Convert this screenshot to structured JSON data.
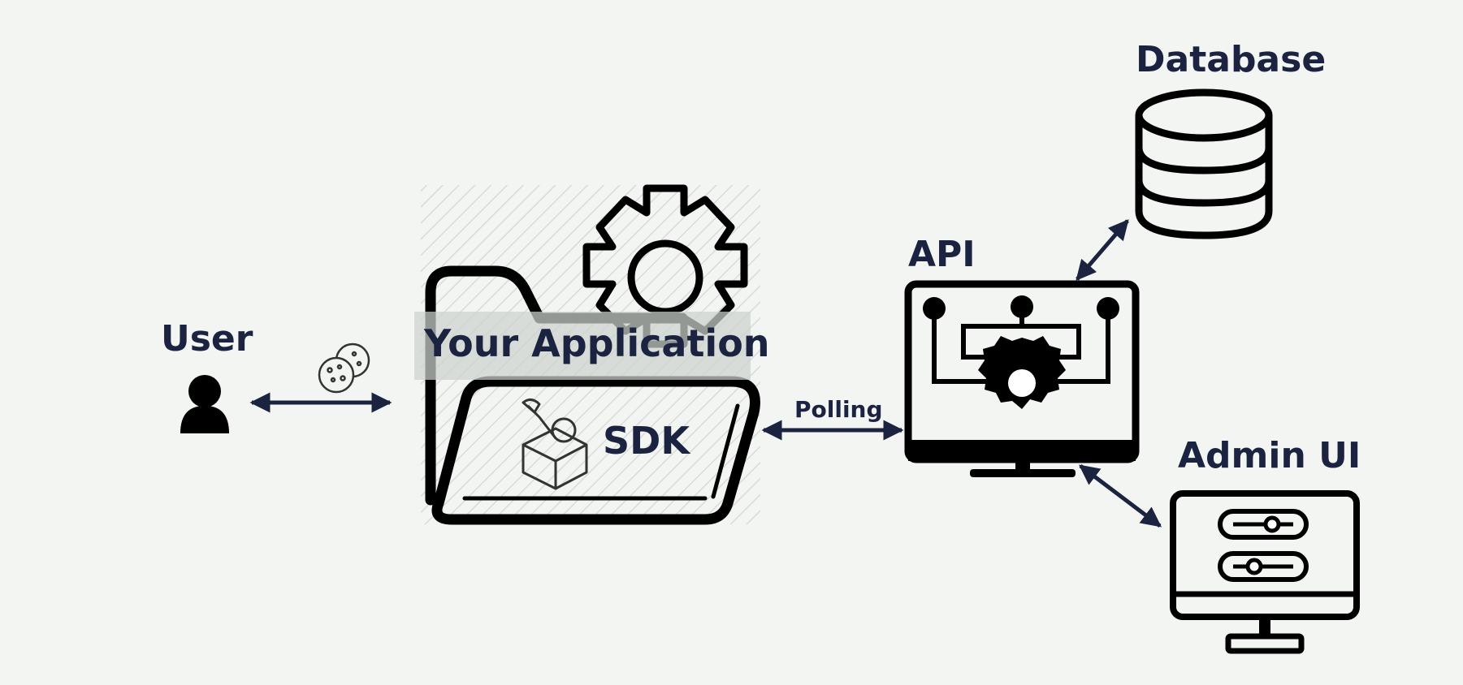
{
  "diagram": {
    "nodes": {
      "user": {
        "label": "User",
        "icon": "person-icon"
      },
      "application": {
        "label": "Your Application",
        "icon": "folder-gear-icon"
      },
      "sdk": {
        "label": "SDK",
        "icon": "toolbox-icon"
      },
      "api": {
        "label": "API",
        "icon": "monitor-circuit-icon"
      },
      "database": {
        "label": "Database",
        "icon": "database-icon"
      },
      "admin_ui": {
        "label": "Admin UI",
        "icon": "monitor-sliders-icon"
      }
    },
    "edges": {
      "user_app": {
        "label": "",
        "icon": "cookie-icon"
      },
      "sdk_api": {
        "label": "Polling"
      },
      "api_database": {
        "label": ""
      },
      "api_admin": {
        "label": ""
      }
    },
    "colors": {
      "text": "#1c2340",
      "arrow": "#1c2340",
      "icon": "#000000",
      "background": "#f3f5f2"
    }
  }
}
